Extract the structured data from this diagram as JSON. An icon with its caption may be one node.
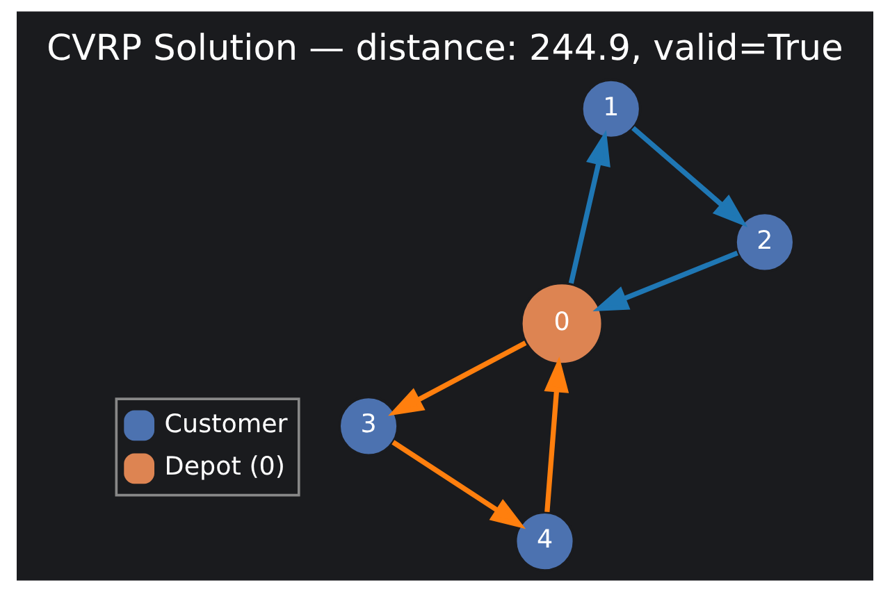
{
  "diagram": {
    "title": "CVRP Solution — distance: 244.9, valid=True",
    "nodes": [
      {
        "text": [
          "3"
        ]
      },
      {
        "text": [
          "4"
        ]
      },
      {
        "text": [
          "0"
        ]
      },
      {
        "text": [
          "1"
        ]
      },
      {
        "text": [
          "2"
        ]
      }
    ],
    "edges": [
      {
        "from": 2,
        "to": 3,
        "arrow": "to",
        "color": "#1f77b4"
      },
      {
        "from": 3,
        "to": 4,
        "arrow": "to",
        "color": "#1f77b4"
      },
      {
        "from": 4,
        "to": 2,
        "arrow": "to",
        "color": "#1f77b4"
      },
      {
        "from": 2,
        "to": 0,
        "arrow": "to",
        "color": "#ff7f0e"
      },
      {
        "from": 0,
        "to": 1,
        "arrow": "to",
        "color": "#ff7f0e"
      },
      {
        "from": 1,
        "to": 2,
        "arrow": "to",
        "color": "#ff7f0e"
      }
    ],
    "legend": [
      {
        "text": "Customer",
        "color": "#4c72b0"
      },
      {
        "text": "Depot (0)",
        "color": "#dd8452"
      }
    ]
  }
}
